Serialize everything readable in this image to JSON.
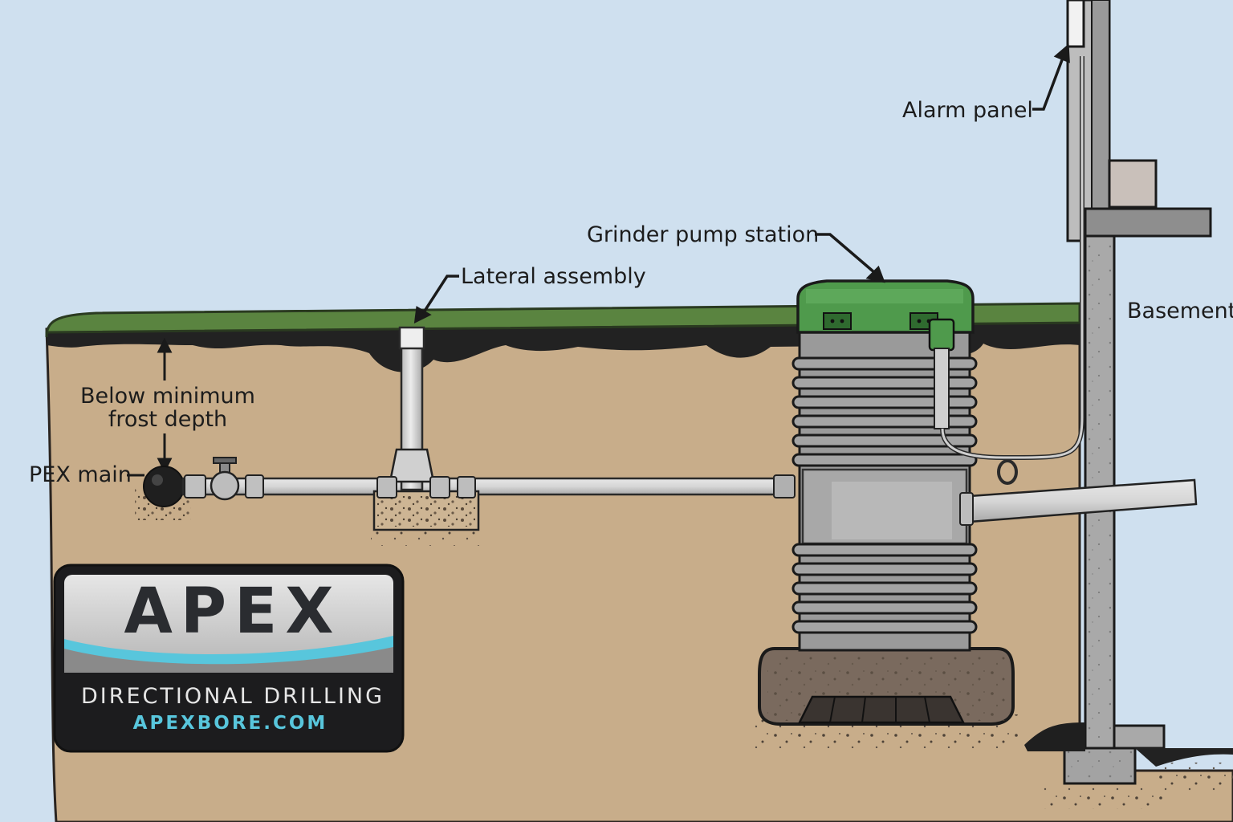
{
  "labels": {
    "alarm_panel": "Alarm panel",
    "basement": "Basement",
    "grinder_pump_station": "Grinder pump station",
    "lateral_assembly": "Lateral assembly",
    "frost_depth_line1": "Below minimum",
    "frost_depth_line2": "frost depth",
    "pex_main": "PEX main"
  },
  "logo": {
    "name": "APEX",
    "tagline": "DIRECTIONAL DRILLING",
    "website": "APEXBORE.COM"
  },
  "colors": {
    "sky": "#cfe0ef",
    "soil": "#c8ad8a",
    "grass": "#5a8440",
    "pump_lid": "#4f9a4c",
    "pipe": "#c9c9c9",
    "foundation": "#a9a9a9",
    "logo_accent": "#58c6dc"
  }
}
